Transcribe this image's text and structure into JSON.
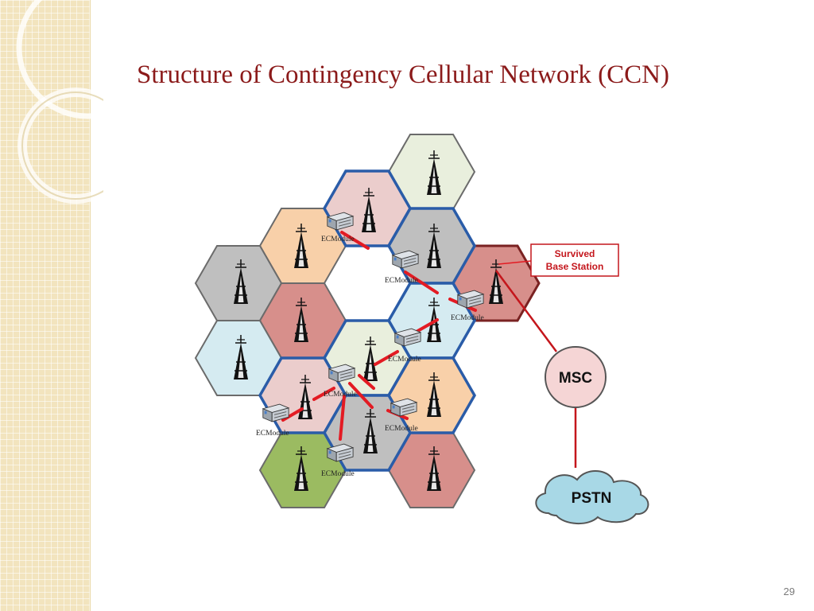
{
  "slide": {
    "title": "Structure of Contingency Cellular Network (CCN)",
    "page_number": "29"
  },
  "diagram": {
    "ecmodule_label": "ECModule",
    "survived_base_station": {
      "line1": "Survived",
      "line2": "Base Station"
    },
    "msc_label": "MSC",
    "pstn_label": "PSTN",
    "colors": {
      "title": "#8b1a1a",
      "ecmodule_link": "#e31b23",
      "ccn_border": "#2a5ca8",
      "cell_border": "#6b6b6b",
      "survived_border": "#7a2222",
      "pink": "#ebcdcc",
      "gray": "#bfbfbf",
      "peach": "#f8d0a9",
      "red": "#d78f8b",
      "blue": "#d5ebf1",
      "green_light": "#e9efdd",
      "green": "#9bbb61",
      "msc_fill": "#f5d5d5",
      "pstn_fill": "#a8d8e6"
    }
  }
}
